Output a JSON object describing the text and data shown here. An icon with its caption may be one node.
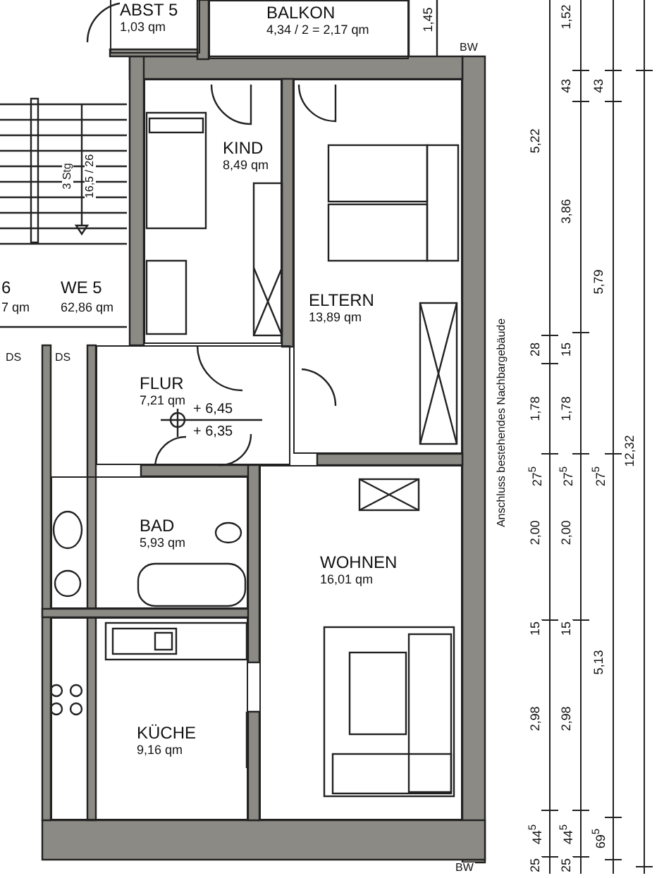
{
  "diagram": {
    "nodes": [
      {
        "text": [
          "ABST 5",
          "1,03 qm"
        ]
      },
      {
        "text": [
          "BALKON",
          "4,34 / 2 = 2,17 qm"
        ]
      },
      {
        "text": [
          "KIND",
          "8,49 qm"
        ]
      },
      {
        "text": [
          "ELTERN",
          "13,89 qm"
        ]
      },
      {
        "text": [
          "FLUR",
          "7,21 qm"
        ]
      },
      {
        "text": [
          "BAD",
          "5,93 qm"
        ]
      },
      {
        "text": [
          "WOHNEN",
          "16,01 qm"
        ]
      },
      {
        "text": [
          "KÜCHE",
          "9,16 qm"
        ]
      }
    ],
    "edges": [],
    "labels": [
      "1,45",
      "BW",
      "3 Stg",
      "16,5 / 26",
      "6",
      "7 qm",
      "WE 5",
      "62,86 qm",
      "DS",
      "DS",
      "+ 6,45",
      "+ 6,35",
      "Anschluss bestehendes Nachbargebäude",
      "BW",
      "5,22",
      "28",
      "1,78",
      "27$^{5}$",
      "2,00",
      "15",
      "2,98",
      "44$^{5}$",
      "25",
      "1,52",
      "43",
      "3,86",
      "15",
      "1,78",
      "27$^{5}$",
      "2,00",
      "15",
      "2,98",
      "44$^{5}$",
      "25",
      "43",
      "5,79",
      "27$^{5}$",
      "5,13",
      "69$^{5}$",
      "12,32"
    ]
  }
}
